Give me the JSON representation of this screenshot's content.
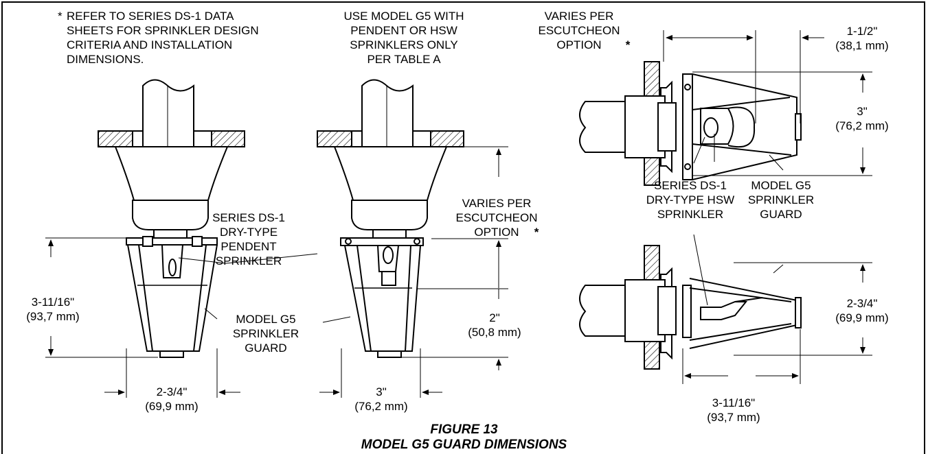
{
  "notes": {
    "design_criteria": "REFER TO SERIES DS-1 DATA\nSHEETS FOR SPRINKLER DESIGN\nCRITERIA AND INSTALLATION\nDIMENSIONS.",
    "design_criteria_star": "*",
    "use_model": "USE MODEL G5 WITH\nPENDENT OR HSW\nSPRINKLERS ONLY\nPER TABLE A"
  },
  "labels": {
    "varies_top": "VARIES PER\nESCUTCHEON\nOPTION",
    "varies_mid": "VARIES PER\nESCUTCHEON\nOPTION",
    "star": "*",
    "pendent_sprinkler": "SERIES DS-1\nDRY-TYPE\nPENDENT\nSPRINKLER",
    "hsw_sprinkler": "SERIES DS-1\nDRY-TYPE HSW\nSPRINKLER",
    "guard_left": "MODEL G5\nSPRINKLER\nGUARD",
    "guard_right": "MODEL G5\nSPRINKLER\nGUARD"
  },
  "dimensions": {
    "height_left": "3-11/16\"\n(93,7 mm)",
    "width_left": "2-3/4\"\n(69,9 mm)",
    "width_mid": "3\"\n(76,2 mm)",
    "height_mid": "2\"\n(50,8 mm)",
    "depth_right_top": "1-1/2\"\n(38,1 mm)",
    "height_right_top": "3\"\n(76,2 mm)",
    "height_right_bottom": "2-3/4\"\n(69,9 mm)",
    "width_right_bottom": "3-11/16\"\n(93,7 mm)"
  },
  "caption": {
    "figure": "FIGURE 13",
    "title": "MODEL G5 GUARD DIMENSIONS"
  }
}
